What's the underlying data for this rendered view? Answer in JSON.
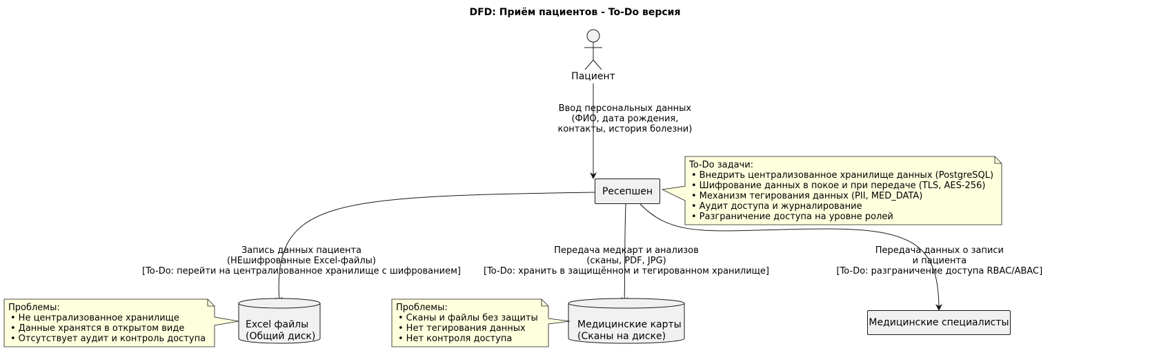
{
  "title": "DFD: Приём пациентов - To-Do версия",
  "actor": {
    "label": "Пациент"
  },
  "nodes": {
    "reception": "Ресепшен",
    "specialists": "Медицинские специалисты",
    "excel": {
      "line1": "Excel файлы",
      "line2": "(Общий диск)"
    },
    "medcards": {
      "line1": "Медицинские карты",
      "line2": "(Сканы на диске)"
    }
  },
  "edges": {
    "input": {
      "line1": "Ввод персональных данных",
      "line2": "(ФИО, дата рождения,",
      "line3": "контакты, история болезни)"
    },
    "excel": {
      "line1": "Запись данных пациента",
      "line2": "(НЕшифрованные Excel-файлы)",
      "line3": "[To-Do: перейти на централизованное хранилище с шифрованием]"
    },
    "medcards": {
      "line1": "Передача медкарт и анализов",
      "line2": "(сканы, PDF, JPG)",
      "line3": "[To-Do: хранить в защищённом и тегированном хранилище]"
    },
    "specialists": {
      "line1": "Передача данных о записи",
      "line2": "и пациента",
      "line3": "[To-Do: разграничение доступа RBAC/ABAC]"
    }
  },
  "notes": {
    "todo": {
      "title": "To-Do задачи:",
      "items": [
        "Внедрить централизованное хранилище данных (PostgreSQL)",
        "Шифрование данных в покое и при передаче (TLS, AES-256)",
        "Механизм тегирования данных (PII, MED_DATA)",
        "Аудит доступа и журналирование",
        "Разграничение доступа на уровне ролей"
      ]
    },
    "excel_problems": {
      "title": "Проблемы:",
      "items": [
        "Не централизованное хранилище",
        "Данные хранятся в открытом виде",
        "Отсутствует аудит и контроль доступа"
      ]
    },
    "medcards_problems": {
      "title": "Проблемы:",
      "items": [
        "Сканы и файлы без защиты",
        "Нет тегирования данных",
        "Нет контроля доступа"
      ]
    }
  },
  "colors": {
    "node_fill": "#f1f1f1",
    "note_fill": "#feffdd",
    "stroke": "#181818"
  }
}
